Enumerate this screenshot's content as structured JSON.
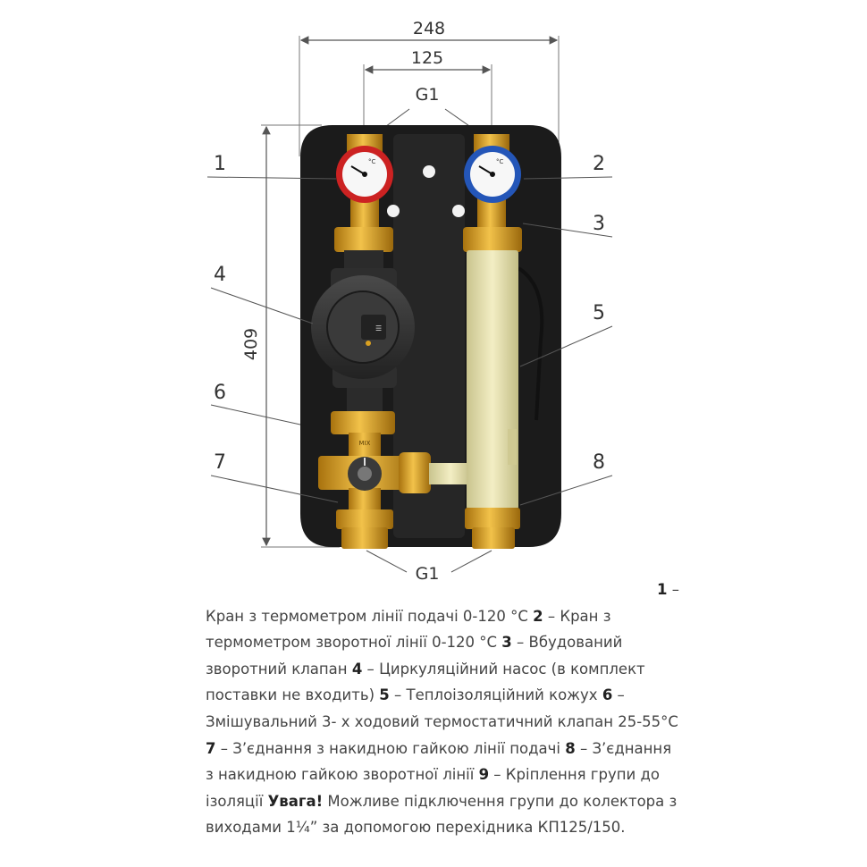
{
  "dimensions": {
    "overall_width": "248",
    "inner_width": "125",
    "height": "409",
    "thread_top": "G1",
    "thread_bottom": "G1"
  },
  "callouts": [
    "1",
    "2",
    "3",
    "4",
    "5",
    "6",
    "7",
    "8"
  ],
  "gauge_labels": {
    "unit": "°C",
    "valve_mark": "MIX"
  },
  "legend": {
    "items": [
      {
        "num": "1",
        "sep": " – ",
        "text": "Кран з термометром лінії подачі 0-120 °С"
      },
      {
        "num": "2",
        "sep": " – ",
        "text": "Кран з термометром зворотної лінії 0-120 °С"
      },
      {
        "num": "3",
        "sep": " – ",
        "text": "Вбудований зворотний клапан"
      },
      {
        "num": "4",
        "sep": " – ",
        "text": "Циркуляційний насос (в комплект поставки не входить)"
      },
      {
        "num": "5",
        "sep": " – ",
        "text": "Теплоізоляційний кожух"
      },
      {
        "num": "6",
        "sep": " – ",
        "text": "Змішувальний 3- х ходовий термостатичний клапан 25-55°С"
      },
      {
        "num": "7",
        "sep": " – ",
        "text": "З’єднання з накидною гайкою лінії подачі"
      },
      {
        "num": "8",
        "sep": " – ",
        "text": "З’єднання з накидною гайкою зворотної лінії"
      },
      {
        "num": "9",
        "sep": " – ",
        "text": "Кріплення групи до ізоляції"
      }
    ],
    "warning_label": "Увага!",
    "warning_text": " Можливе підключення групи до колектора з виходами 1¼” за допомогою перехідника КП125/150."
  },
  "colors": {
    "insulation": "#1b1b1b",
    "brass": "#d9a021",
    "brass_dark": "#a8720e",
    "pipe": "#ece6b2",
    "pump": "#2e2e2e",
    "gauge_red": "#cc2222",
    "gauge_blue": "#2456b8",
    "line": "#555555"
  }
}
